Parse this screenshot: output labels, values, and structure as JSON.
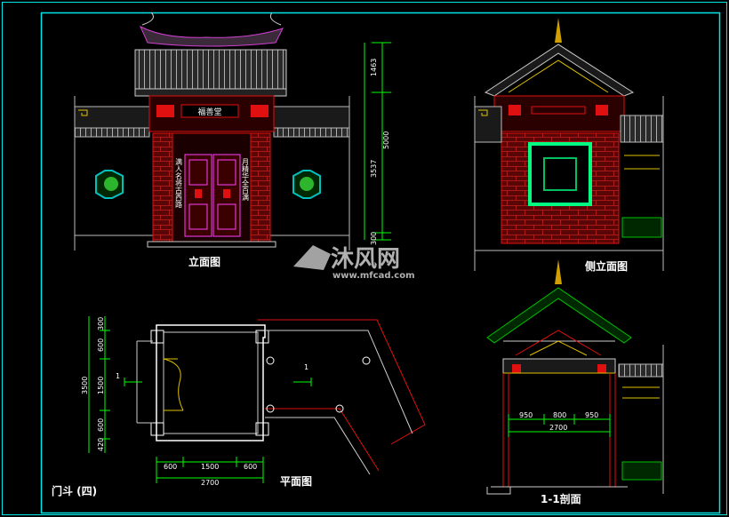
{
  "labels": {
    "front_elevation": "立面图",
    "side_elevation": "侧立面图",
    "plan": "平面图",
    "section": "1-1剖面",
    "sheet_title": "门斗 (四)"
  },
  "front_dims": {
    "d1": "1463",
    "d2": "3537",
    "d3": "300",
    "total": "5000"
  },
  "plan_dims": {
    "v1": "300",
    "v2": "600",
    "v3": "1500",
    "v4": "600",
    "v5": "420",
    "vtotal": "3500",
    "h1": "600",
    "h2": "1500",
    "h3": "600",
    "htotal": "2700",
    "section_mark": "1"
  },
  "section_dims": {
    "s1": "950",
    "s2": "800",
    "s3": "950",
    "stotal": "2700"
  },
  "door_couplets": {
    "left": "满人名将古西路",
    "right": "月精华全百满",
    "plaque": "福善堂"
  },
  "watermark": {
    "brand": "沐风网",
    "url": "www.mfcad.com"
  },
  "colors": {
    "frame": "#00e6e6",
    "roof": "#c9c9c9",
    "red": "#e01010",
    "green": "#00c000",
    "dim": "#00ff00",
    "wall": "#7a0e0e"
  }
}
